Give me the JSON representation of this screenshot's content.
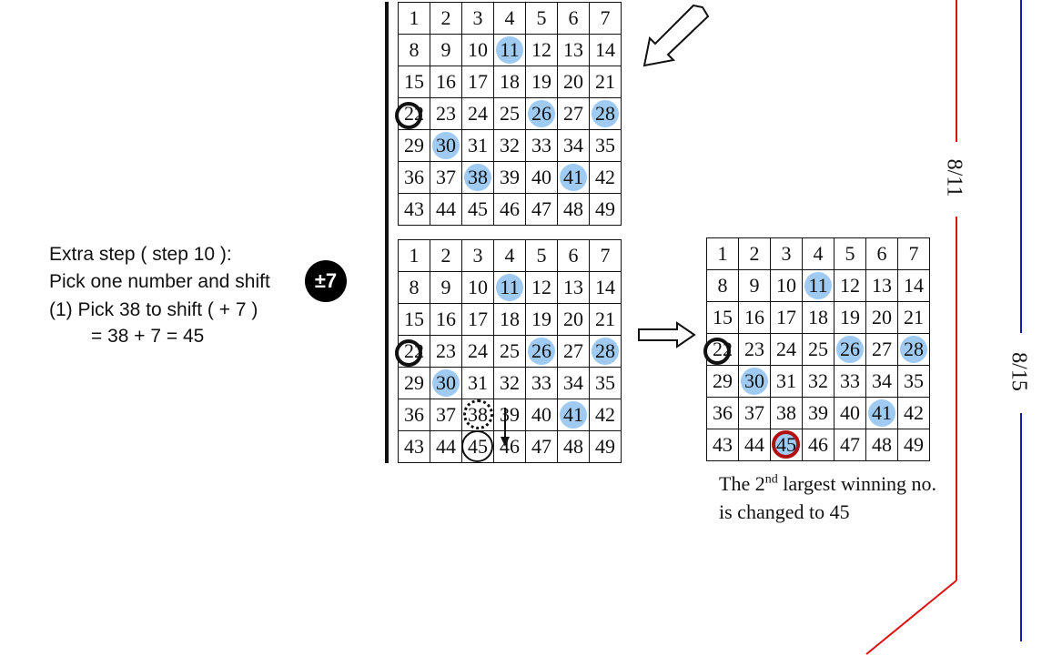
{
  "explanation": {
    "line1": "Extra step ( step 10 ):",
    "line2": "Pick one number and shift",
    "badge": "±7",
    "line3": "(1) Pick 38 to shift ( + 7 )",
    "line4": "= 38 + 7 = 45"
  },
  "grids": {
    "top": {
      "numbers": [
        1,
        2,
        3,
        4,
        5,
        6,
        7,
        8,
        9,
        10,
        11,
        12,
        13,
        14,
        15,
        16,
        17,
        18,
        19,
        20,
        21,
        22,
        23,
        24,
        25,
        26,
        27,
        28,
        29,
        30,
        31,
        32,
        33,
        34,
        35,
        36,
        37,
        38,
        39,
        40,
        41,
        42,
        43,
        44,
        45,
        46,
        47,
        48,
        49
      ],
      "highlighted": [
        11,
        26,
        28,
        30,
        38,
        41
      ],
      "black_ring": 22
    },
    "middle": {
      "numbers": [
        1,
        2,
        3,
        4,
        5,
        6,
        7,
        8,
        9,
        10,
        11,
        12,
        13,
        14,
        15,
        16,
        17,
        18,
        19,
        20,
        21,
        22,
        23,
        24,
        25,
        26,
        27,
        28,
        29,
        30,
        31,
        32,
        33,
        34,
        35,
        36,
        37,
        38,
        39,
        40,
        41,
        42,
        43,
        44,
        45,
        46,
        47,
        48,
        49
      ],
      "highlighted": [
        11,
        26,
        28,
        30,
        41
      ],
      "black_ring": 22,
      "dotted_ring": 38,
      "solid_ring": 45
    },
    "result": {
      "numbers": [
        1,
        2,
        3,
        4,
        5,
        6,
        7,
        8,
        9,
        10,
        11,
        12,
        13,
        14,
        15,
        16,
        17,
        18,
        19,
        20,
        21,
        22,
        23,
        24,
        25,
        26,
        27,
        28,
        29,
        30,
        31,
        32,
        33,
        34,
        35,
        36,
        37,
        38,
        39,
        40,
        41,
        42,
        43,
        44,
        45,
        46,
        47,
        48,
        49
      ],
      "highlighted": [
        11,
        26,
        28,
        30,
        41,
        45
      ],
      "black_ring": 22,
      "red_ring": 45
    }
  },
  "caption": {
    "line1_prefix": "The 2",
    "line1_sup": "nd",
    "line1_suffix": " largest winning no.",
    "line2": "is changed to 45"
  },
  "dates": {
    "red": "8/11",
    "blue": "8/15"
  },
  "colors": {
    "highlight": "#9fcbf3",
    "red_line": "#d11",
    "blue_line": "#1a1aa8",
    "red_ring": "#b01010"
  }
}
